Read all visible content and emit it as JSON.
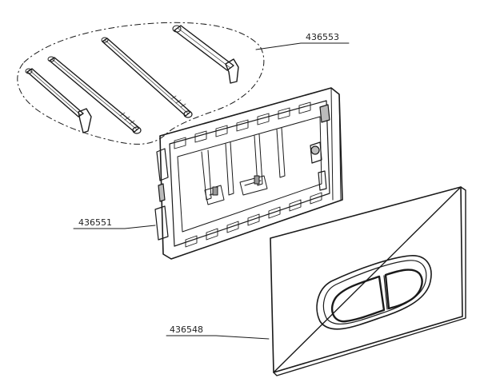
{
  "parts": [
    {
      "id": "rods",
      "label": "436553"
    },
    {
      "id": "frame",
      "label": "436551"
    },
    {
      "id": "plate",
      "label": "436548"
    }
  ]
}
